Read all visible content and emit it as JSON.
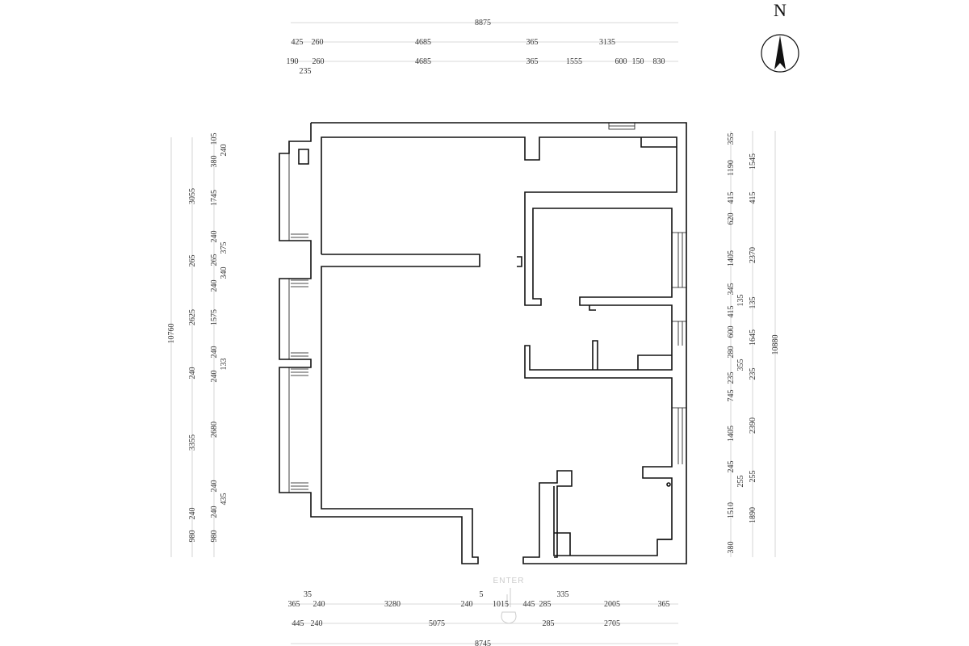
{
  "compass": {
    "label": "N"
  },
  "entrance": {
    "label": "ENTER"
  },
  "dimensions": {
    "top_total": "8875",
    "top_row1": [
      "425",
      "260",
      "4685",
      "365",
      "3135"
    ],
    "top_row2": [
      "190",
      "235",
      "260",
      "4685",
      "365",
      "1555",
      "600",
      "150",
      "830"
    ],
    "bottom_total": "8745",
    "bottom_row1": [
      "365",
      "35",
      "240",
      "3280",
      "240",
      "5",
      "1015",
      "445",
      "285",
      "335",
      "2005",
      "365"
    ],
    "bottom_row2": [
      "445",
      "240",
      "5075",
      "285",
      "2705"
    ],
    "left_total": "10760",
    "left_outer": [
      "3055",
      "265",
      "2625",
      "240",
      "3355",
      "240",
      "980"
    ],
    "left_inner": [
      "380",
      "240",
      "105",
      "1745",
      "240",
      "375",
      "265",
      "340",
      "240",
      "1575",
      "240",
      "133",
      "240",
      "2680",
      "240",
      "435",
      "240",
      "980"
    ],
    "right_total": "10880",
    "right_inner": [
      "355",
      "1190",
      "415",
      "620",
      "1405",
      "345",
      "135",
      "415",
      "600",
      "280",
      "355",
      "235",
      "745",
      "1405",
      "255",
      "245",
      "1510",
      "380"
    ],
    "right_outer": [
      "1545",
      "415",
      "2370",
      "135",
      "1645",
      "235",
      "2390",
      "255",
      "1890"
    ]
  }
}
